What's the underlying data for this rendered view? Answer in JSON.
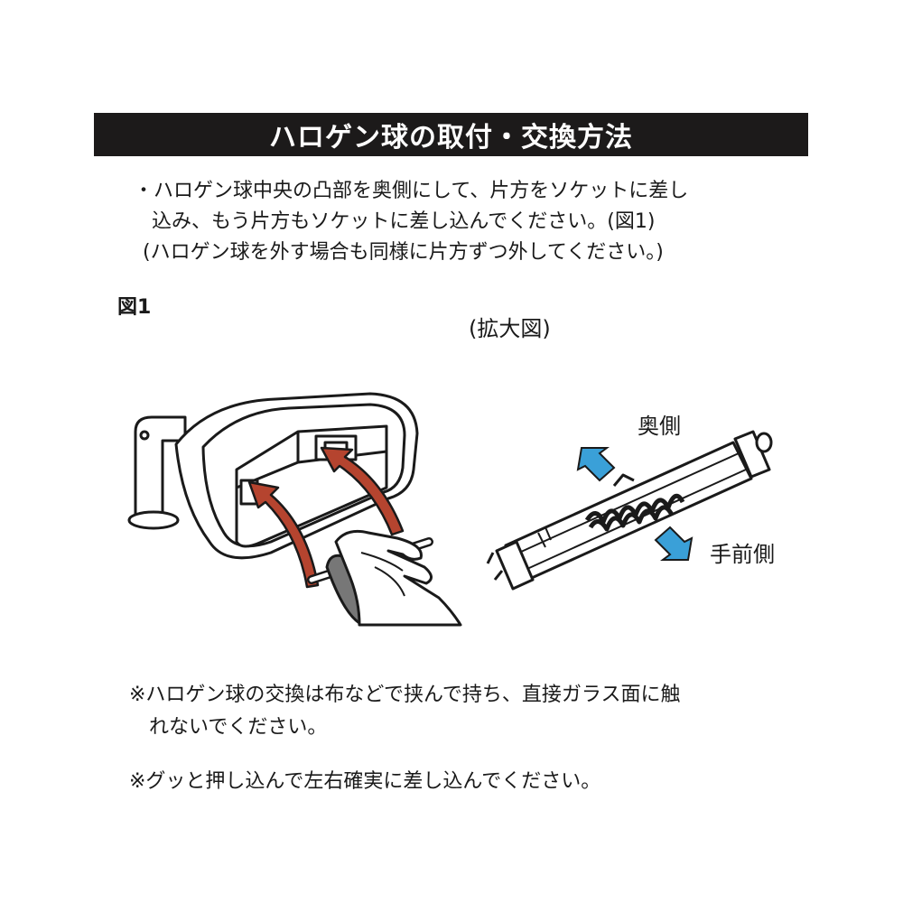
{
  "title": "ハロゲン球の取付・交換方法",
  "instructions": [
    "・ハロゲン球中央の凸部を奥側にして、片方をソケットに差し",
    "込み、もう片方もソケットに差し込んでください。(図1)",
    "(ハロゲン球を外す場合も同様に片方ずつ外してください。)"
  ],
  "figure": {
    "label": "図1",
    "zoom_label": "(拡大図)",
    "back_label": "奥側",
    "front_label": "手前側",
    "colors": {
      "arrow_red": "#b5442f",
      "arrow_blue": "#3aa0d8",
      "outline": "#1a1a1a"
    }
  },
  "notes": [
    "※ハロゲン球の交換は布などで挟んで持ち、直接ガラス面に触",
    "れないでください。",
    "※グッと押し込んで左右確実に差し込んでください。"
  ]
}
